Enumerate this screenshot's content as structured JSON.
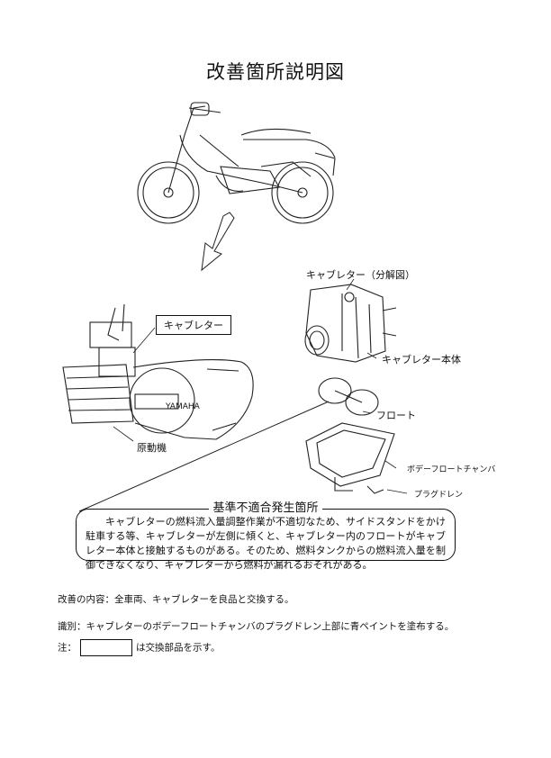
{
  "title": "改善箇所説明図",
  "labels": {
    "carb_exploded": "キャブレター（分解図）",
    "carburetor": "キャブレター",
    "carb_body": "キャブレター本体",
    "float": "フロート",
    "body_float_chamber": "ボデーフロートチャンバ",
    "plug_drain": "プラグドレン",
    "engine": "原動機",
    "brand": "YAMAHA"
  },
  "callout": {
    "title": "基準不適合発生箇所",
    "body": "キャブレターの燃料流入量調整作業が不適切なため、サイドスタンドをかけ駐車する等、キャブレターが左側に傾くと、キャブレター内のフロートがキャブレター本体と接触するものがある。そのため、燃料タンクからの燃料流入量を制御できなくなり、キャブレターから燃料が漏れるおそれがある。"
  },
  "notes": {
    "remedy": "改善の内容：全車両、キャブレターを良品と交換する。",
    "identification": "識別：キャブレターのボデーフロートチャンバのプラグドレン上部に青ペイントを塗布する。",
    "legend_prefix": "注：",
    "legend_suffix": "は交換部品を示す。"
  }
}
